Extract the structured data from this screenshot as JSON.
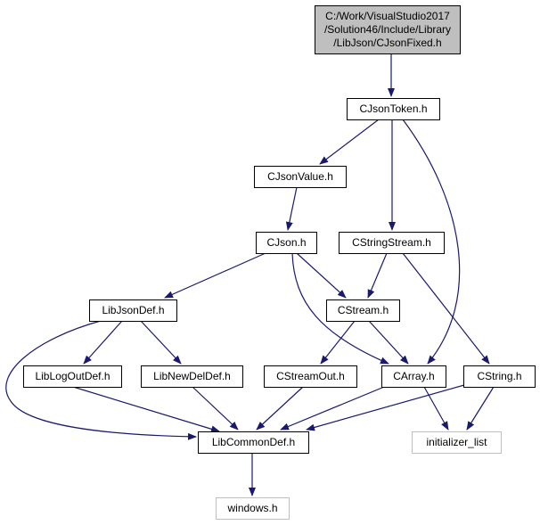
{
  "graph": {
    "colors": {
      "edge": "#191970",
      "node_border": "#000000",
      "node_fill": "#ffffff",
      "root_fill": "#bfbfbf",
      "external_border": "#bfbfbf",
      "text": "#000000"
    },
    "nodes": [
      {
        "id": "root",
        "lines": [
          "C:/Work/VisualStudio2017",
          "/Solution46/Include/Library",
          "/LibJson/CJsonFixed.h"
        ],
        "kind": "root"
      },
      {
        "id": "cjsontoken",
        "lines": [
          "CJsonToken.h"
        ],
        "kind": "file"
      },
      {
        "id": "cjsonvalue",
        "lines": [
          "CJsonValue.h"
        ],
        "kind": "file"
      },
      {
        "id": "cjson",
        "lines": [
          "CJson.h"
        ],
        "kind": "file"
      },
      {
        "id": "cstringstream",
        "lines": [
          "CStringStream.h"
        ],
        "kind": "file"
      },
      {
        "id": "libjsondef",
        "lines": [
          "LibJsonDef.h"
        ],
        "kind": "file"
      },
      {
        "id": "cstream",
        "lines": [
          "CStream.h"
        ],
        "kind": "file"
      },
      {
        "id": "liblogoutdef",
        "lines": [
          "LibLogOutDef.h"
        ],
        "kind": "file"
      },
      {
        "id": "libnewdeldef",
        "lines": [
          "LibNewDelDef.h"
        ],
        "kind": "file"
      },
      {
        "id": "cstreamout",
        "lines": [
          "CStreamOut.h"
        ],
        "kind": "file"
      },
      {
        "id": "carray",
        "lines": [
          "CArray.h"
        ],
        "kind": "file"
      },
      {
        "id": "cstring",
        "lines": [
          "CString.h"
        ],
        "kind": "file"
      },
      {
        "id": "libcommondef",
        "lines": [
          "LibCommonDef.h"
        ],
        "kind": "file"
      },
      {
        "id": "initializer_list",
        "lines": [
          "initializer_list"
        ],
        "kind": "external"
      },
      {
        "id": "windows",
        "lines": [
          "windows.h"
        ],
        "kind": "external"
      }
    ],
    "edges": [
      {
        "from": "root",
        "to": "cjsontoken"
      },
      {
        "from": "cjsontoken",
        "to": "cjsonvalue"
      },
      {
        "from": "cjsontoken",
        "to": "cstringstream"
      },
      {
        "from": "cjsontoken",
        "to": "carray"
      },
      {
        "from": "cjsonvalue",
        "to": "cjson"
      },
      {
        "from": "cjson",
        "to": "libjsondef"
      },
      {
        "from": "cjson",
        "to": "cstream"
      },
      {
        "from": "cjson",
        "to": "carray"
      },
      {
        "from": "cstringstream",
        "to": "cstream"
      },
      {
        "from": "cstringstream",
        "to": "cstring"
      },
      {
        "from": "libjsondef",
        "to": "liblogoutdef"
      },
      {
        "from": "libjsondef",
        "to": "libnewdeldef"
      },
      {
        "from": "libjsondef",
        "to": "libcommondef"
      },
      {
        "from": "cstream",
        "to": "cstreamout"
      },
      {
        "from": "cstream",
        "to": "carray"
      },
      {
        "from": "liblogoutdef",
        "to": "libcommondef"
      },
      {
        "from": "libnewdeldef",
        "to": "libcommondef"
      },
      {
        "from": "cstreamout",
        "to": "libcommondef"
      },
      {
        "from": "carray",
        "to": "libcommondef"
      },
      {
        "from": "carray",
        "to": "initializer_list"
      },
      {
        "from": "cstring",
        "to": "libcommondef"
      },
      {
        "from": "cstring",
        "to": "initializer_list"
      },
      {
        "from": "libcommondef",
        "to": "windows"
      }
    ]
  }
}
